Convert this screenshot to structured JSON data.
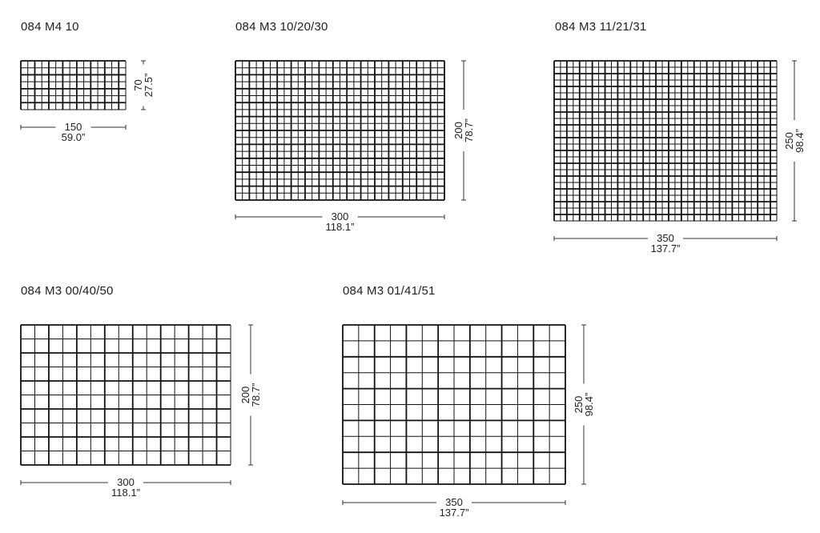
{
  "rugs": [
    {
      "model": "084 M4 10",
      "width_cm": "150",
      "width_in": "59.0”",
      "height_cm": "70",
      "height_in": "27.5”",
      "cols": 15,
      "rows": 7
    },
    {
      "model": "084 M3 10/20/30",
      "width_cm": "300",
      "width_in": "118.1”",
      "height_cm": "200",
      "height_in": "78.7”",
      "cols": 30,
      "rows": 20
    },
    {
      "model": "084 M3 11/21/31",
      "width_cm": "350",
      "width_in": "137.7”",
      "height_cm": "250",
      "height_in": "98.4”",
      "cols": 35,
      "rows": 25
    },
    {
      "model": "084 M3 00/40/50",
      "width_cm": "300",
      "width_in": "118.1”",
      "height_cm": "200",
      "height_in": "78.7”",
      "cols": 15,
      "rows": 10
    },
    {
      "model": "084 M3 01/41/51",
      "width_cm": "350",
      "width_in": "137.7”",
      "height_cm": "250",
      "height_in": "98.4”",
      "cols": 14,
      "rows": 10
    }
  ]
}
